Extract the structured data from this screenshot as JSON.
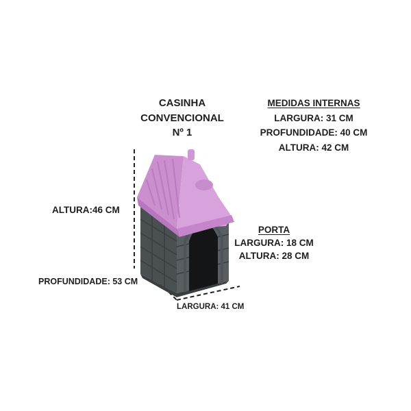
{
  "product": {
    "title_lines": [
      "CASINHA",
      "CONVENCIONAL",
      "Nº 1"
    ]
  },
  "internal_measures": {
    "heading": "MEDIDAS INTERNAS",
    "width": "LARGURA: 31 CM",
    "depth": "PROFUNDIDADE: 40 CM",
    "height": "ALTURA: 42 CM"
  },
  "door": {
    "heading": "PORTA",
    "width": "LARGURA: 18 CM",
    "height": "ALTURA: 28 CM"
  },
  "external_dimensions": {
    "height": "ALTURA:46 CM",
    "depth": "PROFUNDIDADE: 53 CM",
    "width": "LARGURA: 41 CM"
  },
  "colors": {
    "roof": "#d39ad8",
    "body": "#505658",
    "background": "#ffffff",
    "text": "#1e1e1e"
  }
}
